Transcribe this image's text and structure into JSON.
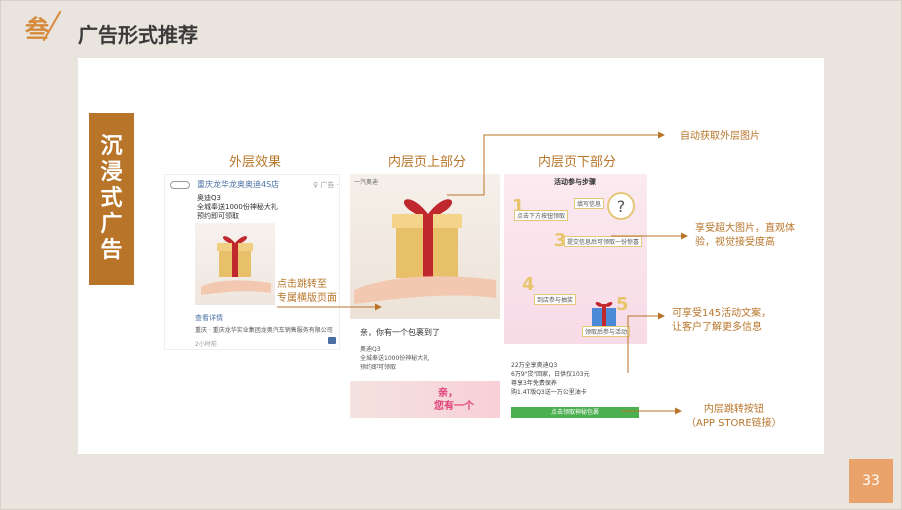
{
  "header": {
    "section_number": "叁",
    "title": "广告形式推荐"
  },
  "badge": {
    "chars": [
      "沉",
      "浸",
      "式",
      "广",
      "告"
    ]
  },
  "columns": {
    "outer": "外层效果",
    "inner_top": "内层页上部分",
    "inner_bottom": "内层页下部分"
  },
  "annotations": {
    "auto_fetch": "自动获取外层图片",
    "big_image_1": "享受超大图片，直观体",
    "big_image_2": "验，视觉接受度高",
    "copy_1": "可享受145活动文案，",
    "copy_2": "让客户了解更多信息",
    "jump_1": "内层跳转按钮",
    "jump_2": "（APP STORE链接）",
    "click_1": "点击跳转至",
    "click_2": "专属横版页面"
  },
  "card_outer": {
    "dealer": "重庆龙华龙奥奥迪4S店",
    "tag": "♀ 广告 ·",
    "line1": "奥迪Q3",
    "line2": "全城奉送1000份神秘大礼",
    "line3": "预约即可领取",
    "more": "查看详情",
    "company": "重庆 · 重庆龙华实业集团龙奥汽车销售服务有限公司",
    "time": "2小时前"
  },
  "card_inner_top": {
    "logo": "一汽奥迪",
    "greeting": "亲，你有一个包裹到了",
    "line1": "奥迪Q3",
    "line2": "全城奉送1000份神秘大礼",
    "line3": "预约即可领取",
    "banner1": "亲，",
    "banner2": "您有一个"
  },
  "card_inner_bottom": {
    "heading": "活动参与步骤",
    "step1": "点击下方按钮领取",
    "step2": "填写信息",
    "step3": "提交信息后可领取一份惊喜",
    "step4": "到店参与抽奖",
    "step5": "领取后参与活动",
    "offer1": "22万全享奥迪Q3",
    "offer2": "6万9\"贷\"回家，日供仅103元",
    "offer3": "尊享3年免费保养",
    "offer4": "购1.4T版Q3送一万公里油卡",
    "button": "点击领取神秘包裹"
  },
  "page": {
    "number": "33"
  },
  "colors": {
    "accent": "#b8752a",
    "section": "#d58a3c",
    "page_box": "#e9a36a"
  }
}
